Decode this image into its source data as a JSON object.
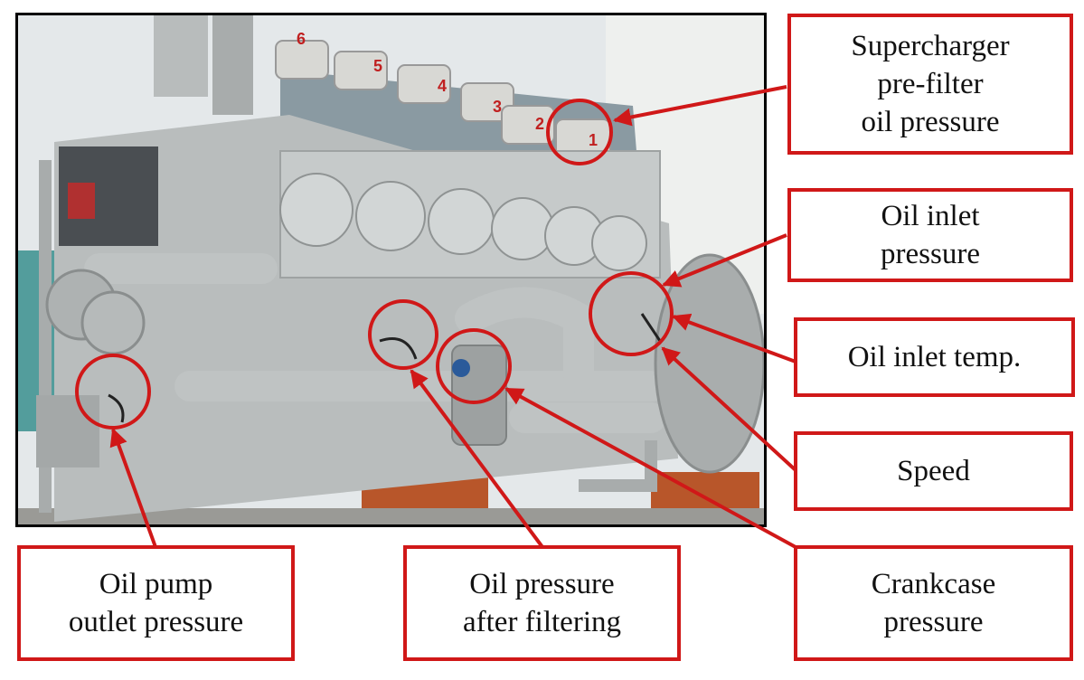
{
  "colors": {
    "accent": "#d01818",
    "frame": "#000000"
  },
  "photo": {
    "subject": "marine diesel engine",
    "cylinder_numbers": [
      "6",
      "5",
      "4",
      "3",
      "2",
      "1"
    ]
  },
  "labels": {
    "supercharger": [
      "Supercharger",
      "pre-filter",
      "oil pressure"
    ],
    "oil_inlet_pressure": [
      "Oil inlet",
      "pressure"
    ],
    "oil_inlet_temp": [
      "Oil inlet temp."
    ],
    "speed": [
      "Speed"
    ],
    "crankcase_pressure": [
      "Crankcase",
      "pressure"
    ],
    "oil_pressure_after_filtering": [
      "Oil pressure",
      "after filtering"
    ],
    "oil_pump_outlet_pressure": [
      "Oil pump",
      "outlet pressure"
    ]
  }
}
